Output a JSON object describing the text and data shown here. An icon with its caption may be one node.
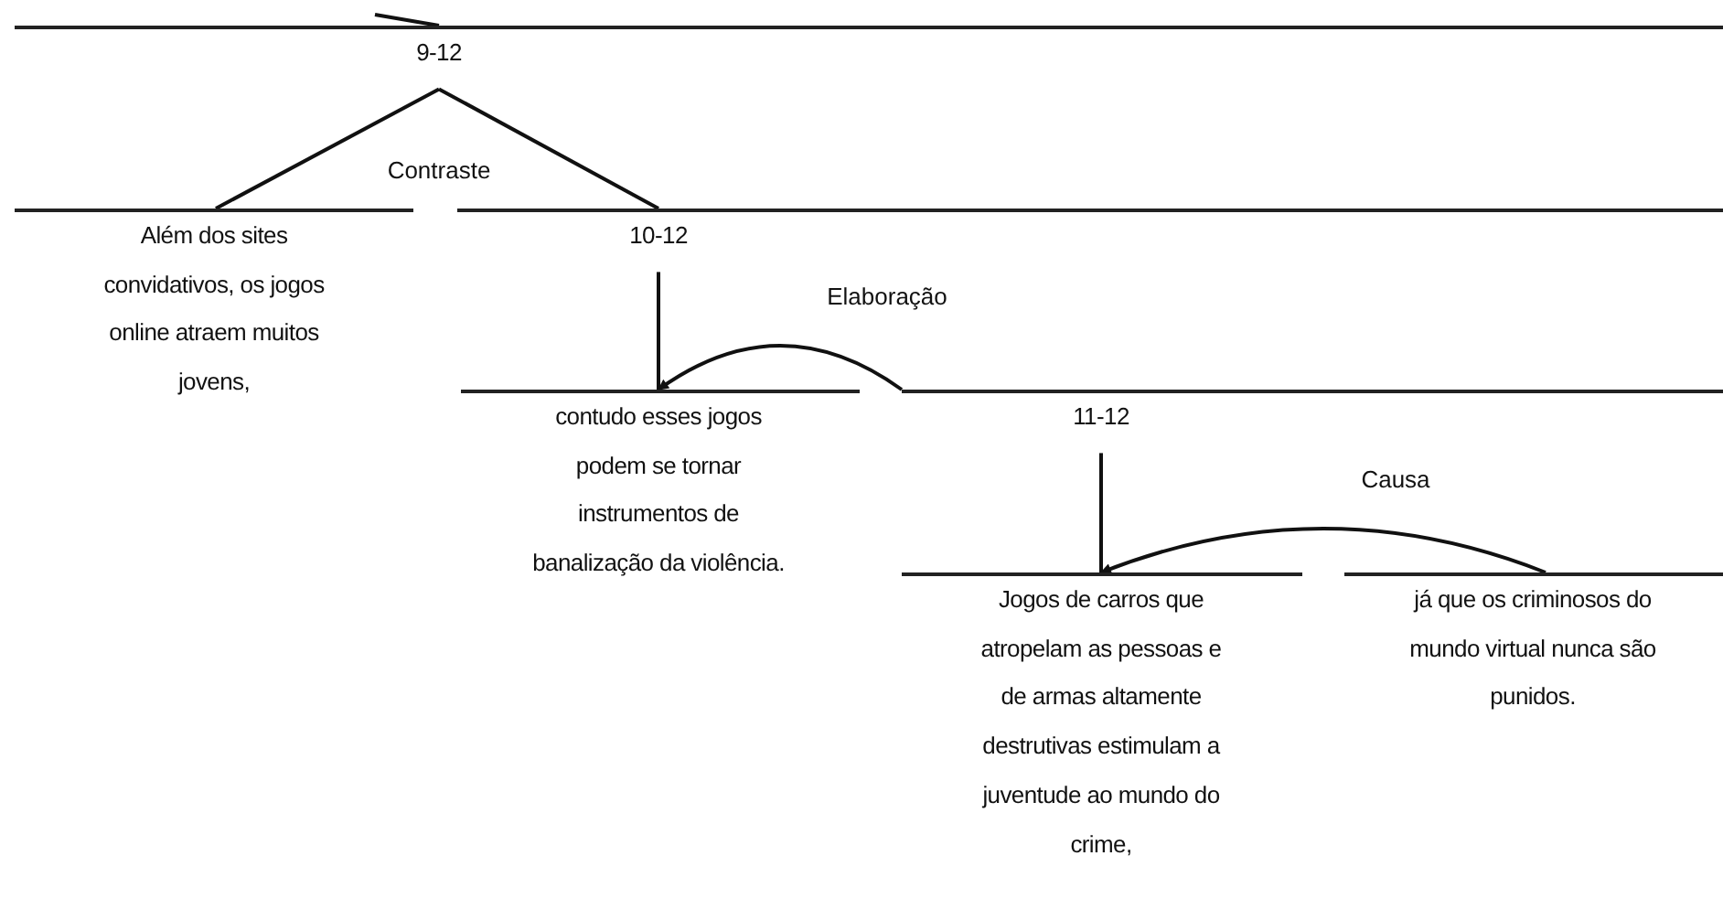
{
  "diagram": {
    "nodes": [
      {
        "text": [
          "9-12"
        ]
      },
      {
        "text": [
          "Além dos sites convidativos, os jogos online atraem muitos jovens,"
        ]
      },
      {
        "text": [
          "10-12"
        ]
      },
      {
        "text": [
          "contudo esses jogos podem se tornar instrumentos de banalização da violência."
        ]
      },
      {
        "text": [
          "11-12"
        ]
      },
      {
        "text": [
          "Jogos de carros que atropelam as pessoas e de armas altamente destrutivas estimulam a juventude ao mundo do crime,"
        ]
      },
      {
        "text": [
          "já que os criminosos do mundo virtual nunca são punidos."
        ]
      }
    ],
    "edges": [
      {
        "from": null,
        "to": 0,
        "arrow": "none"
      },
      {
        "from": 0,
        "to": 1,
        "arrow": "none"
      },
      {
        "from": 0,
        "to": 2,
        "arrow": "none"
      },
      {
        "from": 2,
        "to": 3,
        "arrow": "none"
      },
      {
        "from": 4,
        "to": 3,
        "arrow": "to",
        "label": "Elaboração"
      },
      {
        "from": 4,
        "to": 5,
        "arrow": "none"
      },
      {
        "from": 6,
        "to": 5,
        "arrow": "to",
        "label": "Causa"
      }
    ],
    "labels": [
      "Contraste"
    ]
  }
}
